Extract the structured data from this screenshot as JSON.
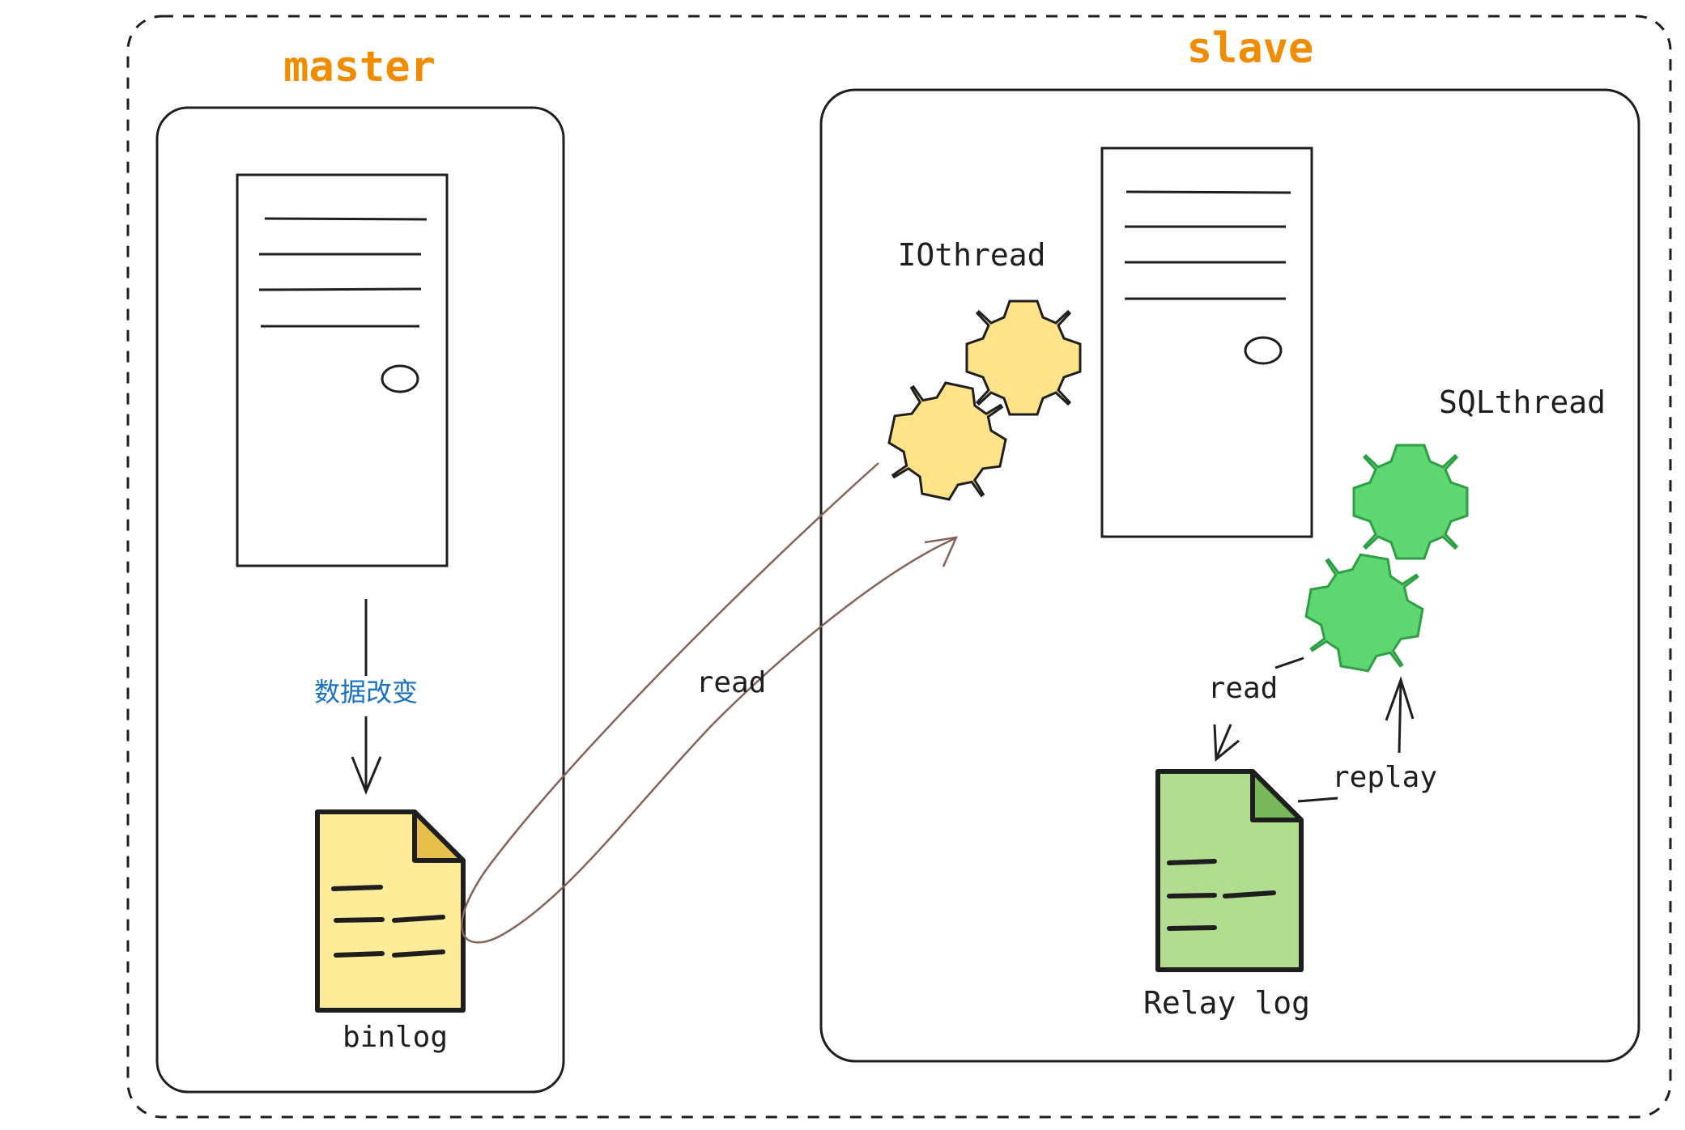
{
  "labels": {
    "master": "master",
    "slave": "slave",
    "data_change": "数据改变",
    "binlog": "binlog",
    "read_main": "read",
    "io_thread": "IOthread",
    "sql_thread": "SQLthread",
    "read_relay": "read",
    "replay": "replay",
    "relay_log": "Relay log"
  },
  "colors": {
    "title_orange": "#f08c00",
    "data_change_blue": "#1971c2",
    "binlog_fill": "#ffec99",
    "binlog_corner": "#e6c04a",
    "io_gear_fill": "#ffe38a",
    "sql_gear_fill": "#5ed672",
    "relay_fill": "#b2dc8f",
    "relay_corner": "#79b85a",
    "read_arrow": "#846358",
    "stroke": "#1e1e1e"
  },
  "icons": {
    "master_server": "server-icon",
    "slave_server": "server-icon",
    "io_gears": "gear-icon",
    "sql_gears": "gear-icon",
    "binlog_file": "document-icon",
    "relay_file": "document-icon"
  }
}
